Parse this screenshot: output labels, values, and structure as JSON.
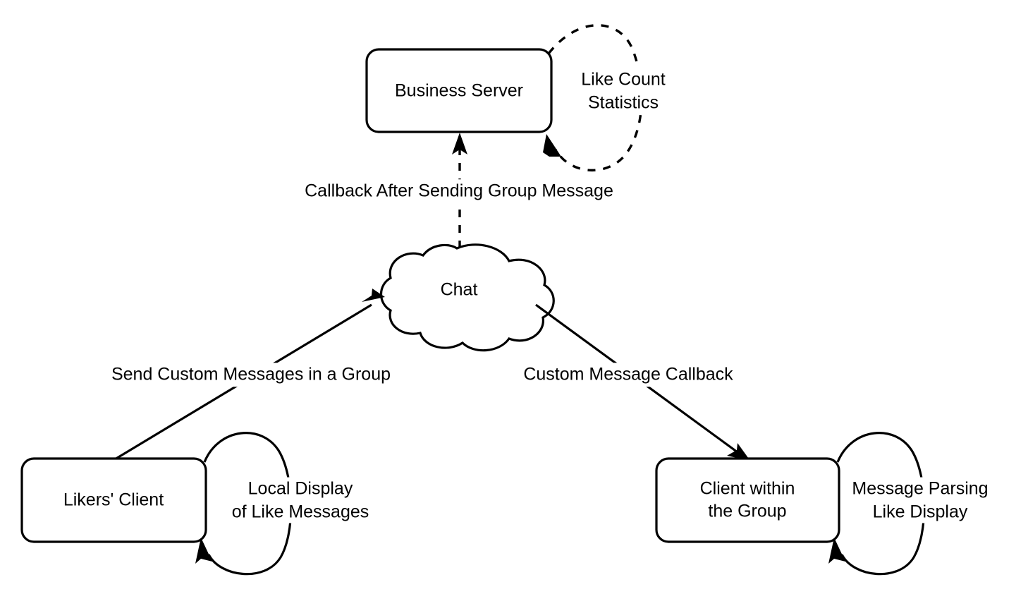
{
  "diagram": {
    "background_color": "#ffffff",
    "stroke_color": "#000000",
    "nodes": [
      {
        "id": "business-server",
        "shape": "rounded-rectangle",
        "label": "Business Server"
      },
      {
        "id": "chat",
        "shape": "cloud",
        "label": "Chat"
      },
      {
        "id": "likers-client",
        "shape": "rounded-rectangle",
        "label": "Likers' Client"
      },
      {
        "id": "group-client",
        "shape": "rounded-rectangle",
        "label_line1": "Client within",
        "label_line2": "the Group"
      }
    ],
    "edges": [
      {
        "id": "chat-to-business-server",
        "from": "chat",
        "to": "business-server",
        "style": "dashed",
        "label": "Callback After Sending Group Message"
      },
      {
        "id": "likers-client-to-chat",
        "from": "likers-client",
        "to": "chat",
        "style": "solid",
        "label": "Send Custom Messages in a Group"
      },
      {
        "id": "chat-to-group-client",
        "from": "chat",
        "to": "group-client",
        "style": "solid",
        "label": "Custom Message Callback"
      }
    ],
    "self_loops": [
      {
        "id": "business-server-loop",
        "node": "business-server",
        "style": "dashed",
        "label_line1": "Like Count",
        "label_line2": "Statistics"
      },
      {
        "id": "likers-client-loop",
        "node": "likers-client",
        "style": "solid",
        "label_line1": "Local Display",
        "label_line2": "of Like Messages"
      },
      {
        "id": "group-client-loop",
        "node": "group-client",
        "style": "solid",
        "label_line1": "Message Parsing",
        "label_line2": "Like Display"
      }
    ]
  }
}
